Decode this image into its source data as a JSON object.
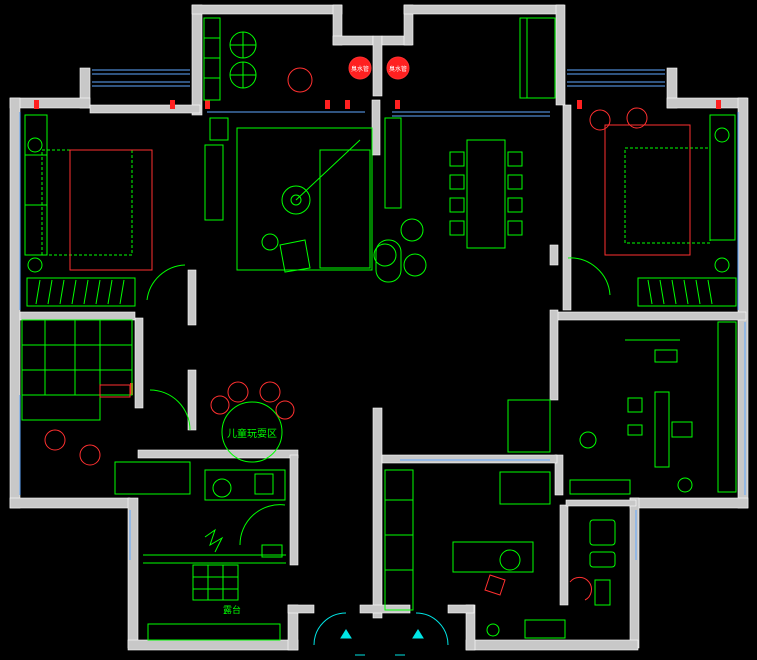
{
  "labels": {
    "kids_play_area": "儿童玩耍区",
    "balcony": "露台",
    "tag_left": "臭水管",
    "tag_right": "臭水管"
  },
  "colors": {
    "background": "#000000",
    "wall_fill": "#c8c8c8",
    "wall_edge": "#ffffff",
    "furniture": "#00ff00",
    "accent_red": "#ff2020",
    "window_blue": "#5fa8ff",
    "cabinet_red": "#e03030",
    "cyan": "#00e5e5",
    "pink": "#ff6060"
  }
}
